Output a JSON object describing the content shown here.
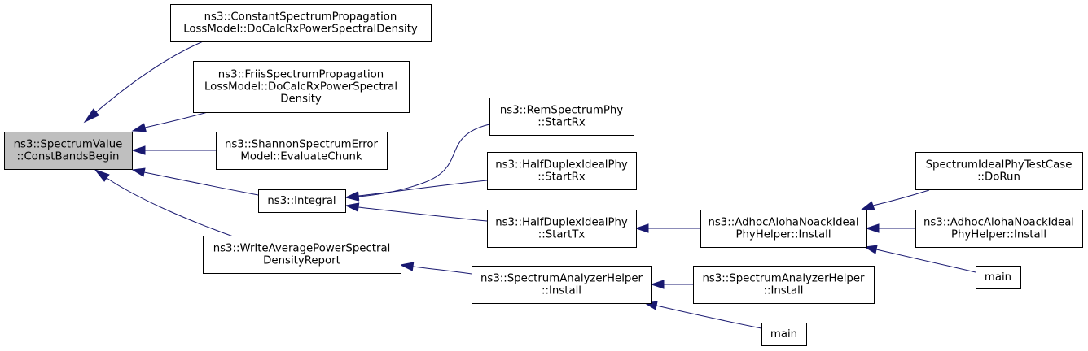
{
  "graph": {
    "nodes": [
      {
        "id": "root",
        "lines": [
          "ns3::SpectrumValue",
          "::ConstBandsBegin"
        ]
      },
      {
        "id": "const",
        "lines": [
          "ns3::ConstantSpectrumPropagation",
          "LossModel::DoCalcRxPowerSpectralDensity"
        ]
      },
      {
        "id": "friis",
        "lines": [
          "ns3::FriisSpectrumPropagation",
          "LossModel::DoCalcRxPowerSpectral",
          "Density"
        ]
      },
      {
        "id": "shannon",
        "lines": [
          "ns3::ShannonSpectrumError",
          "Model::EvaluateChunk"
        ]
      },
      {
        "id": "integral",
        "lines": [
          "ns3::Integral"
        ]
      },
      {
        "id": "writeavg",
        "lines": [
          "ns3::WriteAveragePowerSpectral",
          "DensityReport"
        ]
      },
      {
        "id": "remrx",
        "lines": [
          "ns3::RemSpectrumPhy",
          "::StartRx"
        ]
      },
      {
        "id": "hdrx",
        "lines": [
          "ns3::HalfDuplexIdealPhy",
          "::StartRx"
        ]
      },
      {
        "id": "hdtx",
        "lines": [
          "ns3::HalfDuplexIdealPhy",
          "::StartTx"
        ]
      },
      {
        "id": "sah1",
        "lines": [
          "ns3::SpectrumAnalyzerHelper",
          "::Install"
        ]
      },
      {
        "id": "adhoc1",
        "lines": [
          "ns3::AdhocAlohaNoackIdeal",
          "PhyHelper::Install"
        ]
      },
      {
        "id": "sah2",
        "lines": [
          "ns3::SpectrumAnalyzerHelper",
          "::Install"
        ]
      },
      {
        "id": "main1",
        "lines": [
          "main"
        ]
      },
      {
        "id": "testcase",
        "lines": [
          "SpectrumIdealPhyTestCase",
          "::DoRun"
        ]
      },
      {
        "id": "adhoc2",
        "lines": [
          "ns3::AdhocAlohaNoackIdeal",
          "PhyHelper::Install"
        ]
      },
      {
        "id": "main2",
        "lines": [
          "main"
        ]
      }
    ],
    "edges": [
      {
        "from": "const",
        "to": "root"
      },
      {
        "from": "friis",
        "to": "root"
      },
      {
        "from": "shannon",
        "to": "root"
      },
      {
        "from": "integral",
        "to": "root"
      },
      {
        "from": "writeavg",
        "to": "root"
      },
      {
        "from": "remrx",
        "to": "integral"
      },
      {
        "from": "hdrx",
        "to": "integral"
      },
      {
        "from": "hdtx",
        "to": "integral"
      },
      {
        "from": "sah1",
        "to": "writeavg"
      },
      {
        "from": "adhoc1",
        "to": "hdtx"
      },
      {
        "from": "sah2",
        "to": "sah1"
      },
      {
        "from": "main1",
        "to": "sah1"
      },
      {
        "from": "testcase",
        "to": "adhoc1"
      },
      {
        "from": "adhoc2",
        "to": "adhoc1"
      },
      {
        "from": "main2",
        "to": "adhoc1"
      }
    ]
  }
}
